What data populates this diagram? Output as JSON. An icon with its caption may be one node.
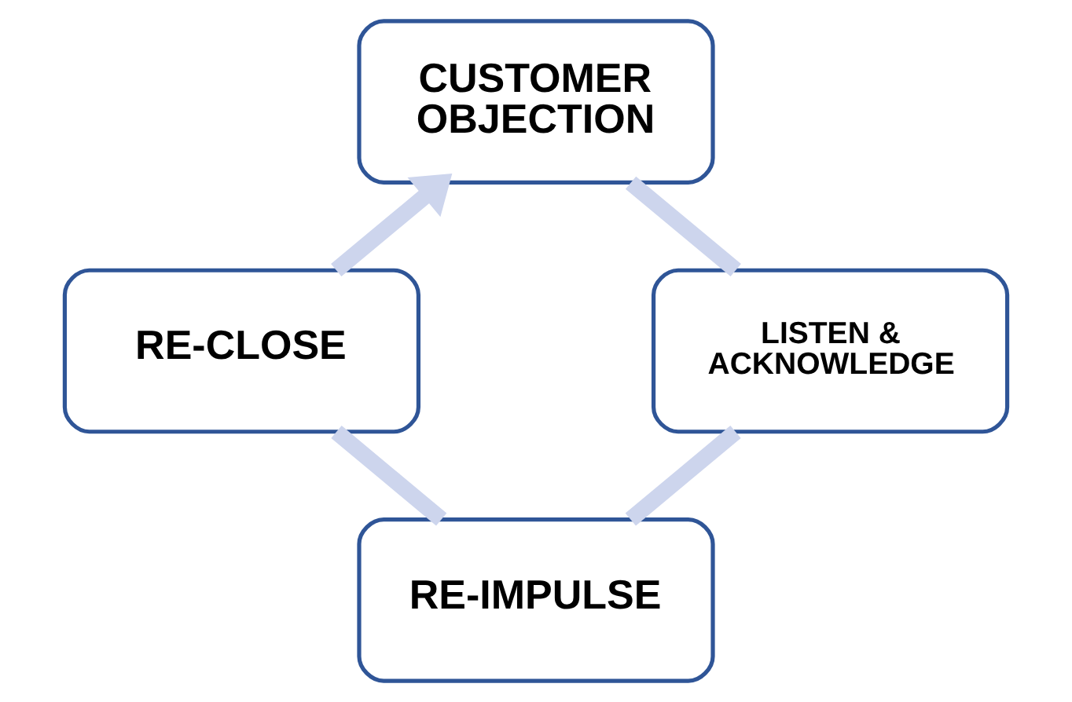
{
  "diagram": {
    "nodes": [
      {
        "text": [
          "CUSTOMER OBJECTION"
        ]
      },
      {
        "text": [
          "LISTEN & ACKNOWLEDGE"
        ]
      },
      {
        "text": [
          "RE-IMPULSE"
        ]
      },
      {
        "text": [
          "RE-CLOSE"
        ]
      }
    ],
    "edges": [
      {
        "from": 0,
        "to": 1,
        "arrow": "none"
      },
      {
        "from": 1,
        "to": 2,
        "arrow": "none"
      },
      {
        "from": 2,
        "to": 3,
        "arrow": "none"
      },
      {
        "from": 3,
        "to": 0,
        "arrow": "to"
      }
    ]
  }
}
